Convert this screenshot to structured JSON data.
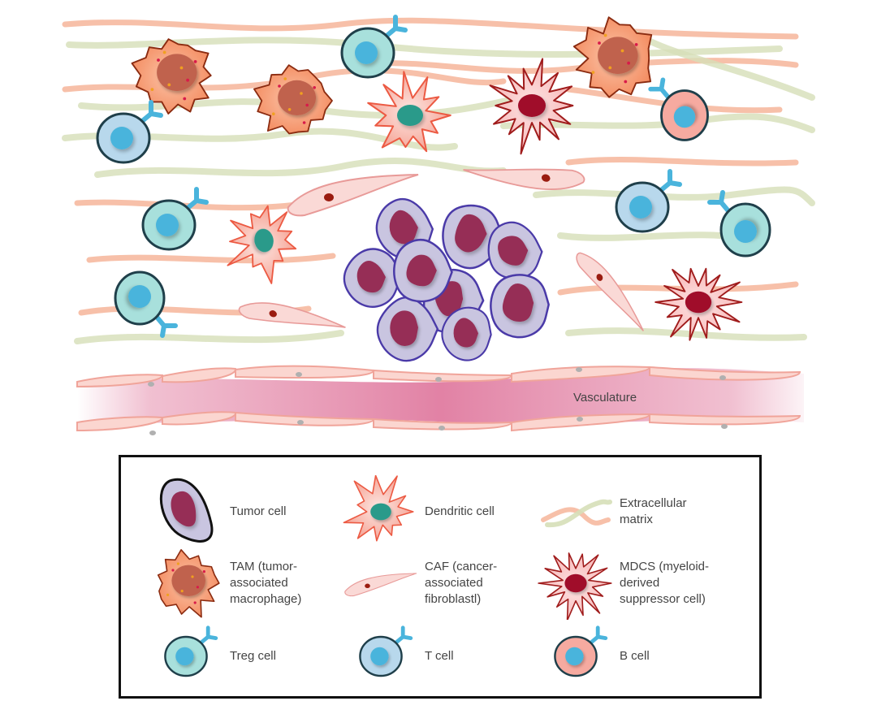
{
  "figure": {
    "title": "Tumor microenvironment",
    "vasculature_label": "Vasculature"
  },
  "colors": {
    "tumor_fill": "#c9c5e0",
    "tumor_stroke": "#4a3aa8",
    "tumor_nucleus": "#962e56",
    "tam_fill": "#f59a6e",
    "tam_stroke": "#8b2b10",
    "tam_nucleus": "#c0624e",
    "dendritic_fill": "#f7b3a6",
    "dendritic_stroke": "#ec5a43",
    "dendritic_nucleus": "#2a9a8a",
    "caf_fill": "#fad9d6",
    "caf_stroke": "#e89a98",
    "caf_nucleus": "#9a1c10",
    "mdsc_fill": "#fbc7c7",
    "mdsc_stroke": "#a01c1c",
    "mdsc_nucleus": "#a0102a",
    "treg_fill": "#a8e0dc",
    "tcell_fill": "#b8d8ec",
    "bcell_fill": "#f6aaa0",
    "lymph_stroke": "#1f3f4a",
    "lymph_nucleus": "#4ab4dc",
    "receptor": "#4ab4dc",
    "ecm_orange": "#f4a584",
    "ecm_green": "#d6dfb8",
    "vessel": "#e58cab",
    "endothelial": "#fbd6d0",
    "legend_border": "#111111"
  },
  "legend": {
    "items": [
      {
        "key": "tumor",
        "label": "Tumor cell"
      },
      {
        "key": "dendritic",
        "label": "Dendritic cell"
      },
      {
        "key": "ecm",
        "label": "Extracellular\nmatrix"
      },
      {
        "key": "tam",
        "label": "TAM (tumor-\nassociated\nmacrophage)"
      },
      {
        "key": "caf",
        "label": "CAF (cancer-\nassociated\nfibroblastl)"
      },
      {
        "key": "mdsc",
        "label": "MDCS (myeloid-\nderived\nsuppressor cell)"
      },
      {
        "key": "treg",
        "label": "Treg cell"
      },
      {
        "key": "tcell",
        "label": "T cell"
      },
      {
        "key": "bcell",
        "label": "B cell"
      }
    ]
  }
}
